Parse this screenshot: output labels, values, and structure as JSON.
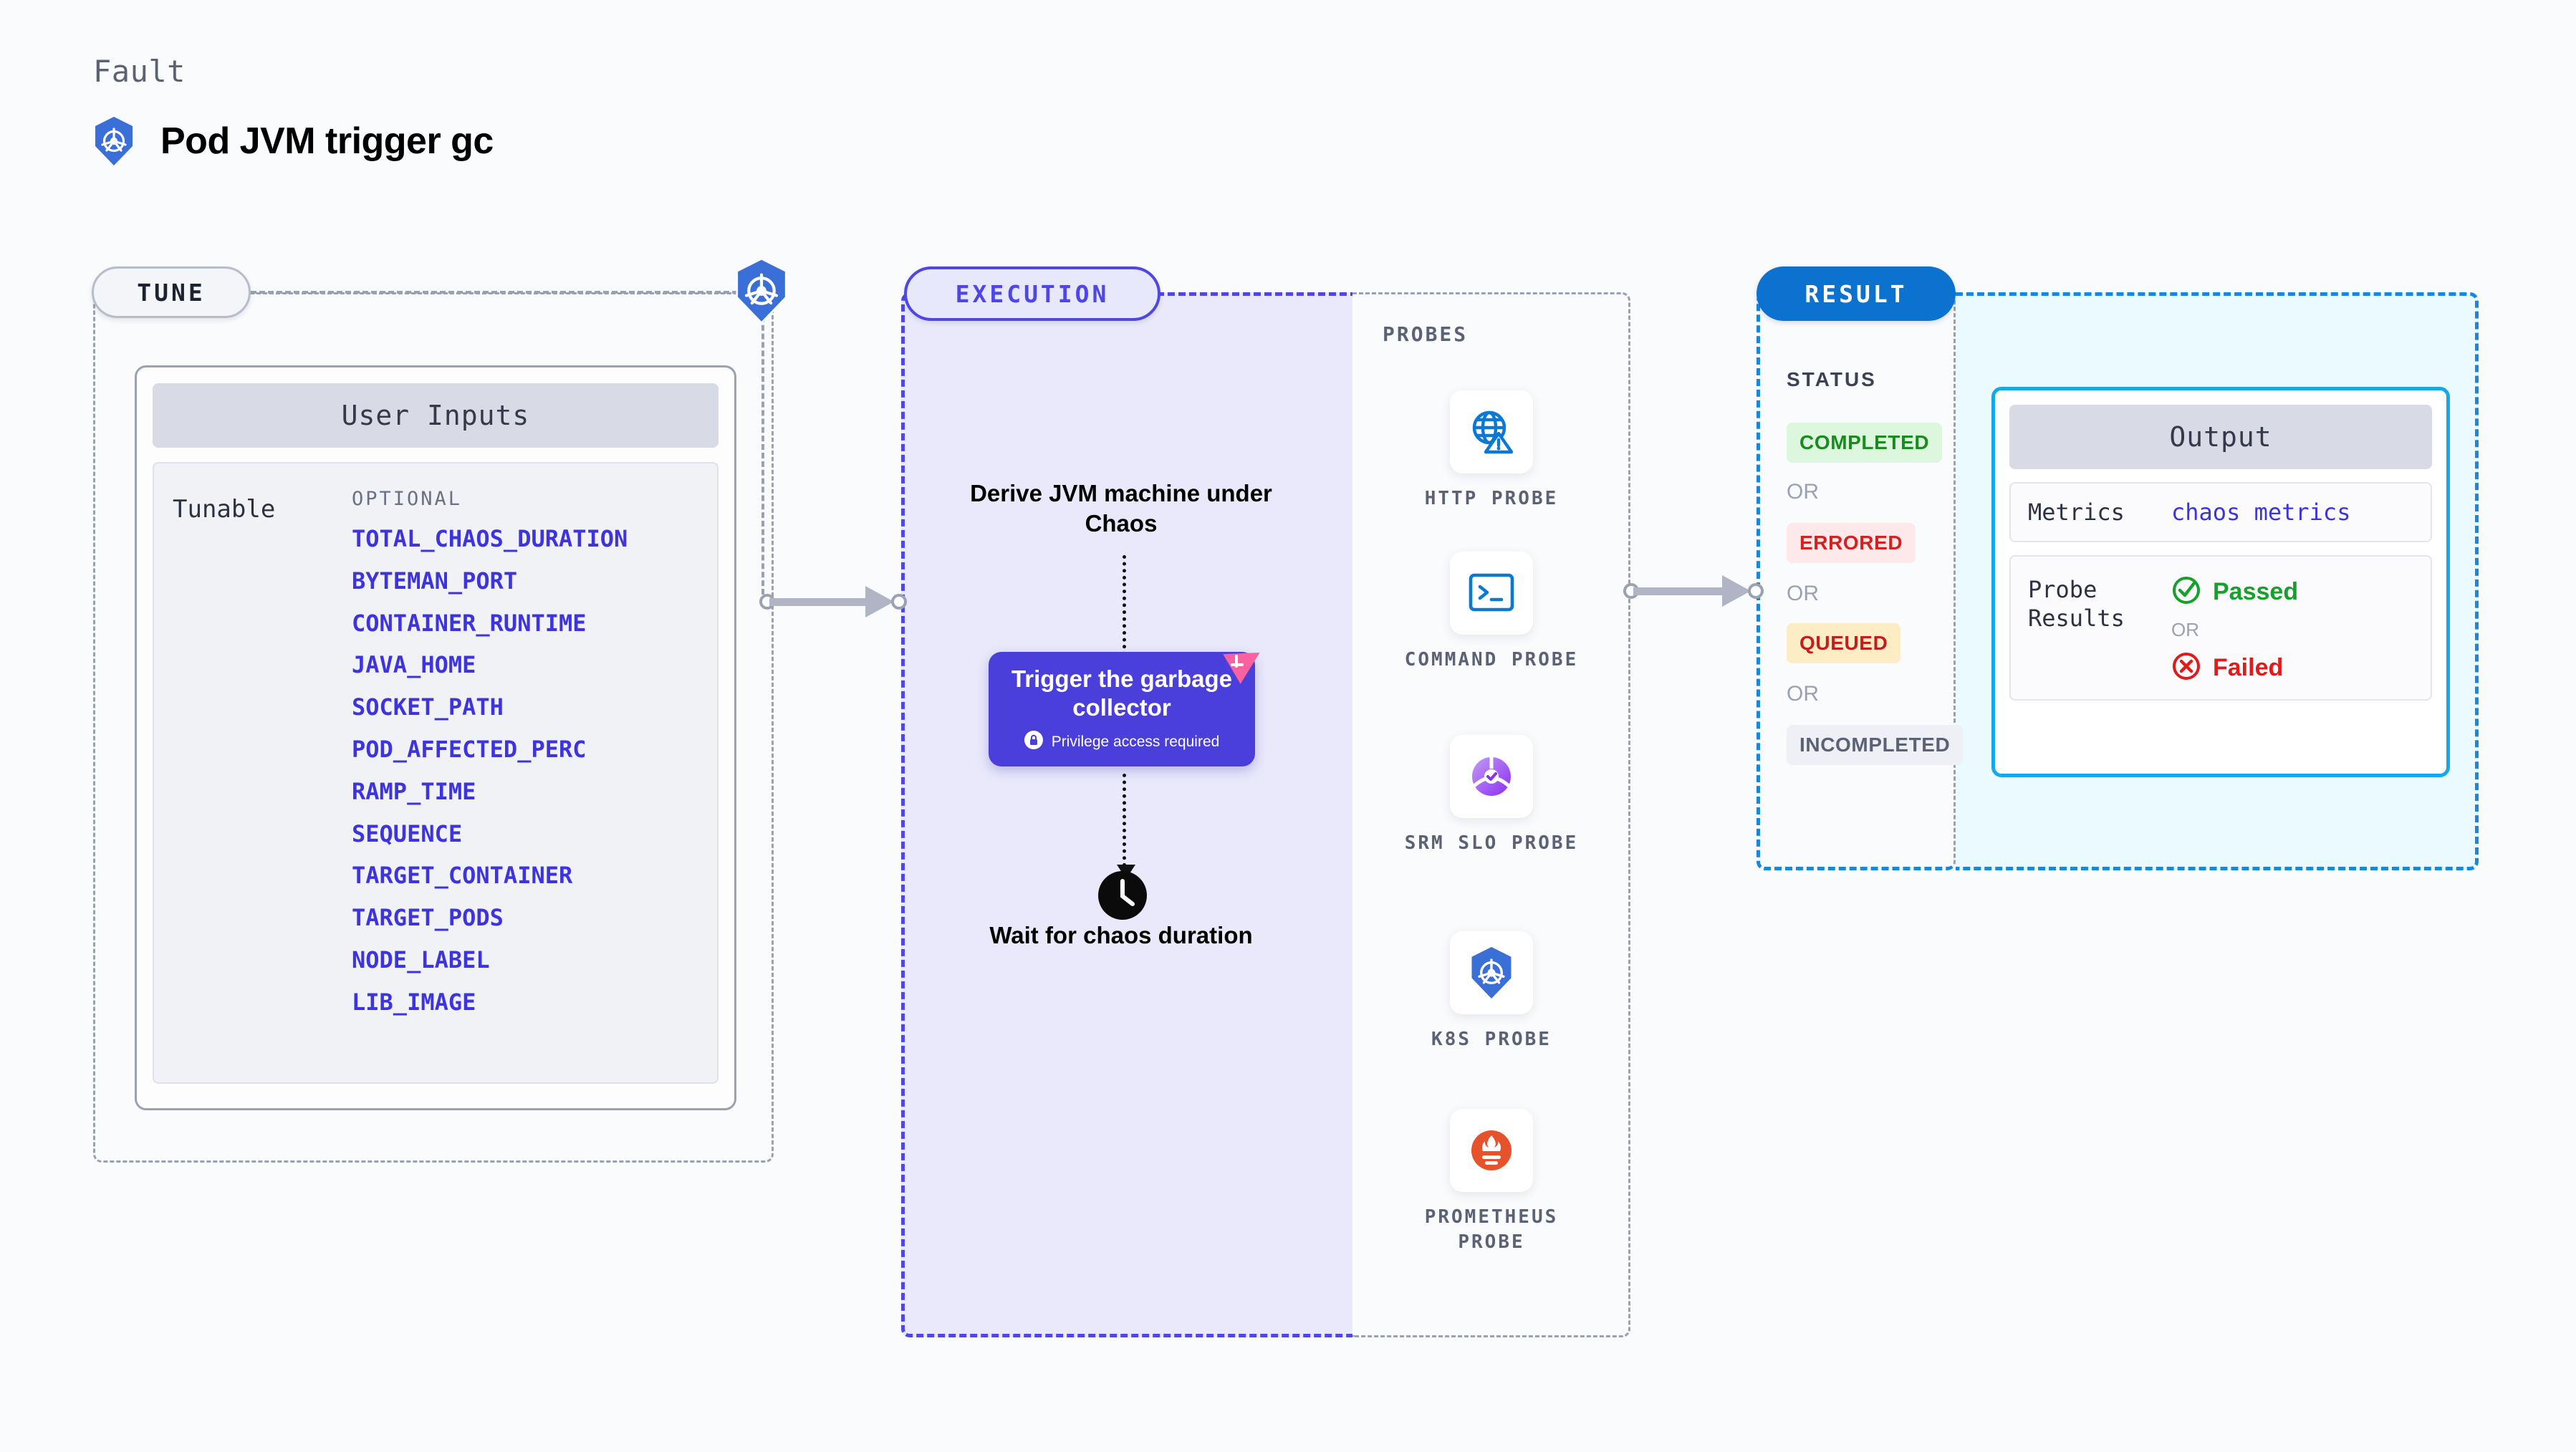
{
  "header": {
    "eyebrow": "Fault",
    "title": "Pod JVM trigger gc",
    "icon": "kubernetes-icon"
  },
  "tune": {
    "tab_label": "TUNE",
    "card_title": "User Inputs",
    "tunable_label": "Tunable",
    "optional_label": "OPTIONAL",
    "variables": [
      "TOTAL_CHAOS_DURATION",
      "BYTEMAN_PORT",
      "CONTAINER_RUNTIME",
      "JAVA_HOME",
      "SOCKET_PATH",
      "POD_AFFECTED_PERC",
      "RAMP_TIME",
      "SEQUENCE",
      "TARGET_CONTAINER",
      "TARGET_PODS",
      "NODE_LABEL",
      "LIB_IMAGE"
    ]
  },
  "execution": {
    "tab_label": "EXECUTION",
    "step_derive": "Derive JVM machine under Chaos",
    "action_card": {
      "title": "Trigger the garbage collector",
      "privilege_note": "Privilege access required",
      "lock_icon": "lock-icon",
      "ribbon_icon": "loop-ribbon-icon"
    },
    "step_wait": "Wait for chaos duration",
    "clock_icon": "clock-icon"
  },
  "probes": {
    "section_label": "PROBES",
    "items": [
      {
        "label": "HTTP PROBE",
        "icon": "globe-warning-icon"
      },
      {
        "label": "COMMAND PROBE",
        "icon": "terminal-icon"
      },
      {
        "label": "SRM SLO PROBE",
        "icon": "srm-slo-icon"
      },
      {
        "label": "K8S PROBE",
        "icon": "kubernetes-icon"
      },
      {
        "label": "PROMETHEUS PROBE",
        "icon": "prometheus-icon"
      }
    ]
  },
  "result": {
    "tab_label": "RESULT",
    "status_label": "STATUS",
    "or_label": "OR",
    "statuses": [
      {
        "label": "COMPLETED",
        "bg": "#ddf6de",
        "fg": "#1a8c1f"
      },
      {
        "label": "ERRORED",
        "bg": "#fde9e9",
        "fg": "#d52020"
      },
      {
        "label": "QUEUED",
        "bg": "#fdedc4",
        "fg": "#c41d1d"
      },
      {
        "label": "INCOMPLETED",
        "bg": "#eef0f5",
        "fg": "#5b6275"
      }
    ],
    "output": {
      "card_title": "Output",
      "metrics_key": "Metrics",
      "metrics_value": "chaos metrics",
      "probe_results_key": "Probe Results",
      "passed_label": "Passed",
      "failed_label": "Failed",
      "or_label": "OR",
      "passed_icon": "check-circle-icon",
      "failed_icon": "x-circle-icon"
    }
  },
  "colors": {
    "accent_purple": "#4f46e5",
    "accent_blue": "#0b72d0",
    "accent_cyan": "#17a8e8",
    "k8s_blue": "#3a6fd8",
    "var_blue": "#3d34e0",
    "ribbon_pink": "#f9629f"
  }
}
